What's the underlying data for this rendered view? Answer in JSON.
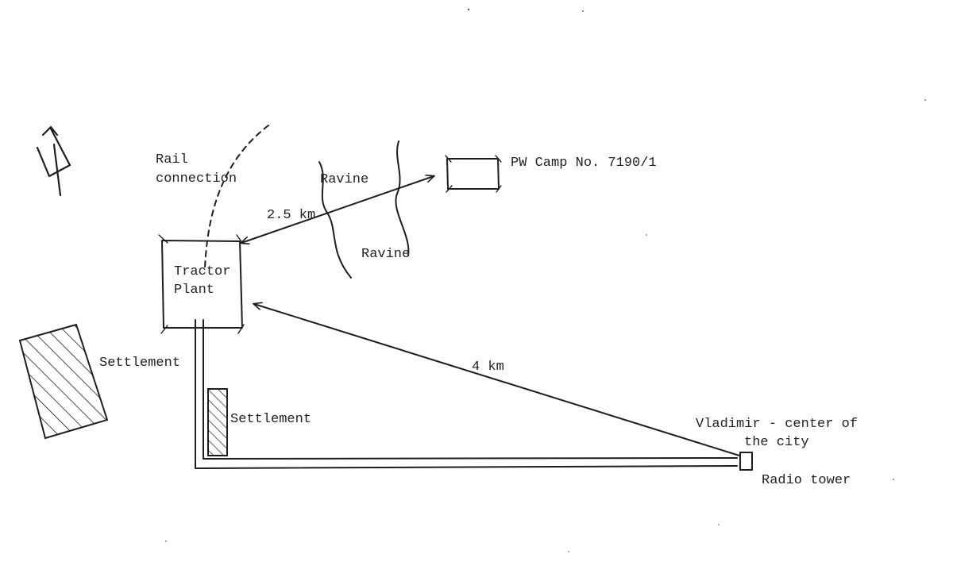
{
  "map": {
    "labels": {
      "rail_connection_line1": "Rail",
      "rail_connection_line2": "connection",
      "ravine_upper": "Ravine",
      "ravine_lower": "Ravine",
      "pw_camp": "PW Camp No. 7190/1",
      "distance_camp": "2.5 km",
      "tractor_plant_line1": "Tractor",
      "tractor_plant_line2": "Plant",
      "distance_city": "4 km",
      "settlement_west": "Settlement",
      "settlement_south": "Settlement",
      "city_line1": "Vladimir - center of",
      "city_line2": "the city",
      "radio_tower": "Radio tower"
    },
    "colors": {
      "ink": "#1e1e1e",
      "paper": "#ffffff"
    },
    "icons": {
      "north_arrow": "north-arrow-icon"
    }
  }
}
